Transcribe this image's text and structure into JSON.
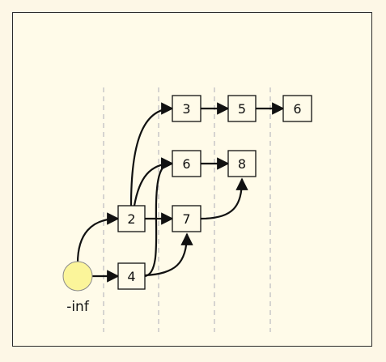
{
  "diagram": {
    "root": {
      "id": "root",
      "label": "-inf",
      "fill": "#fbf59a"
    },
    "nodes": [
      {
        "id": "n2a",
        "label": "2"
      },
      {
        "id": "n4a",
        "label": "4"
      },
      {
        "id": "n3",
        "label": "3"
      },
      {
        "id": "n6a",
        "label": "6"
      },
      {
        "id": "n7",
        "label": "7"
      },
      {
        "id": "n5",
        "label": "5"
      },
      {
        "id": "n8",
        "label": "8"
      },
      {
        "id": "n6b",
        "label": "6"
      }
    ],
    "edges": [
      {
        "from": "root",
        "to": "n2a"
      },
      {
        "from": "root",
        "to": "n4a"
      },
      {
        "from": "n2a",
        "to": "n3"
      },
      {
        "from": "n2a",
        "to": "n6a"
      },
      {
        "from": "n2a",
        "to": "n7"
      },
      {
        "from": "n4a",
        "to": "n6a"
      },
      {
        "from": "n4a",
        "to": "n7"
      },
      {
        "from": "n3",
        "to": "n5"
      },
      {
        "from": "n6a",
        "to": "n8"
      },
      {
        "from": "n7",
        "to": "n8"
      },
      {
        "from": "n5",
        "to": "n6b"
      }
    ],
    "colors": {
      "background": "#fffbe9",
      "stroke": "#111111",
      "guide": "#c8c8c8"
    }
  }
}
